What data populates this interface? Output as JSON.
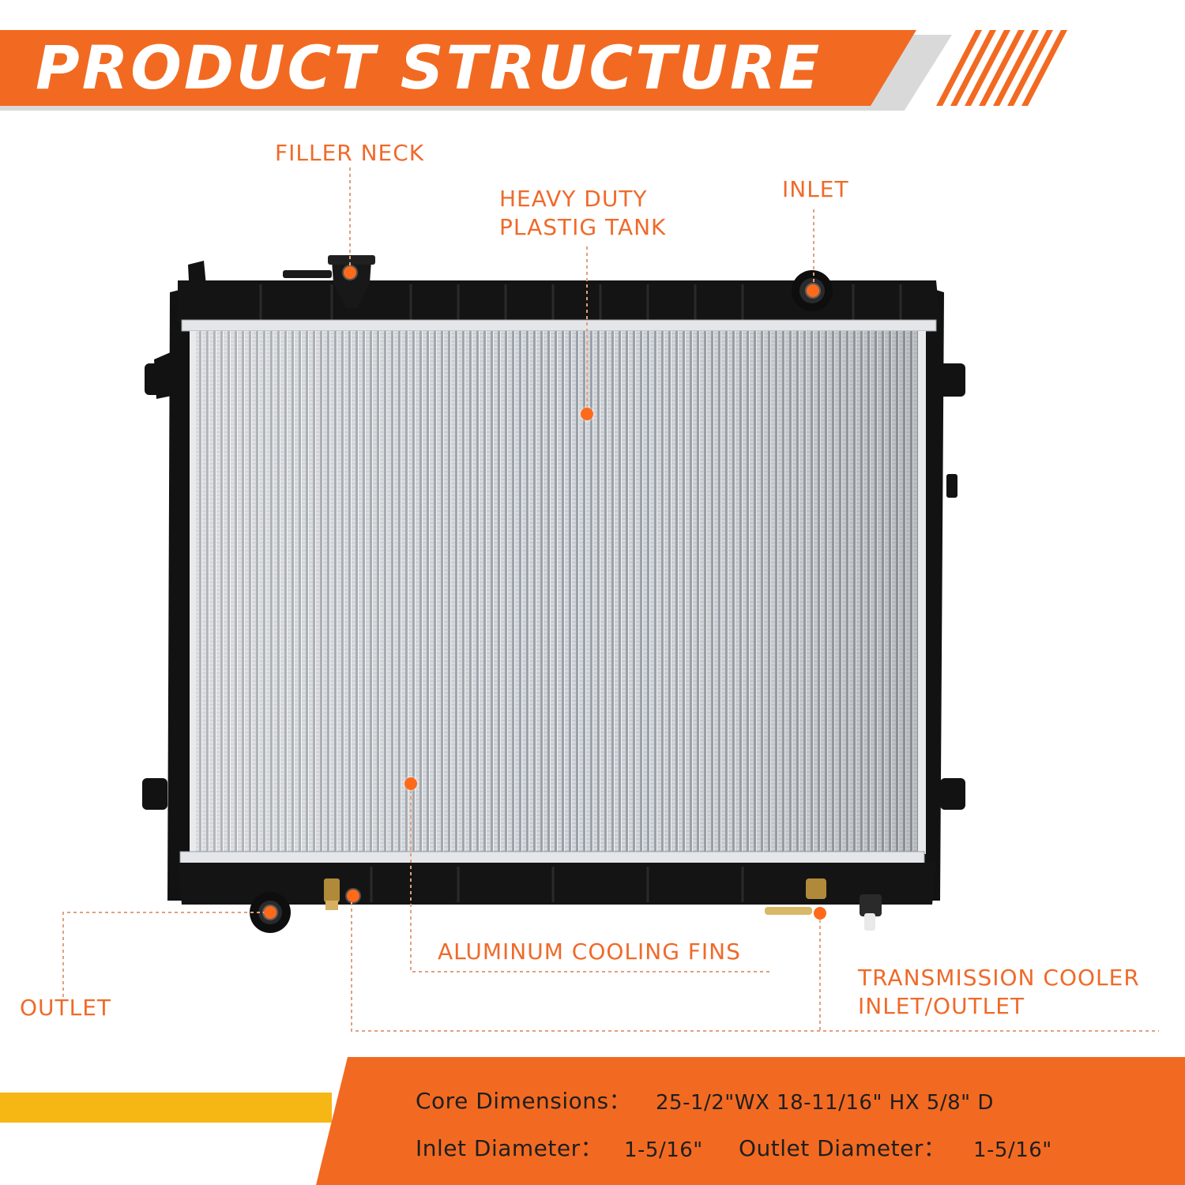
{
  "header": {
    "title": "PRODUCT STRUCTURE"
  },
  "labels": {
    "filler_neck": "FILLER NECK",
    "tank_line1": "HEAVY DUTY",
    "tank_line2": "PLASTIG TANK",
    "inlet": "INLET",
    "fins": "ALUMINUM COOLING FINS",
    "outlet": "OUTLET",
    "trans_line1": "TRANSMISSION COOLER",
    "trans_line2": "INLET/OUTLET"
  },
  "specs": {
    "core_label": "Core Dimensions：",
    "core_value": "25-1/2\"WX 18-11/16\" HX 5/8\" D",
    "inlet_label": "Inlet Diameter：",
    "inlet_value": "1-5/16\"",
    "outlet_label": "Outlet Diameter：",
    "outlet_value": "1-5/16\""
  },
  "colors": {
    "accent": "#f26a21",
    "label": "#ef6a2a",
    "yellow": "#f6b614",
    "frame": "#141414",
    "core": "#c9ccd0"
  }
}
